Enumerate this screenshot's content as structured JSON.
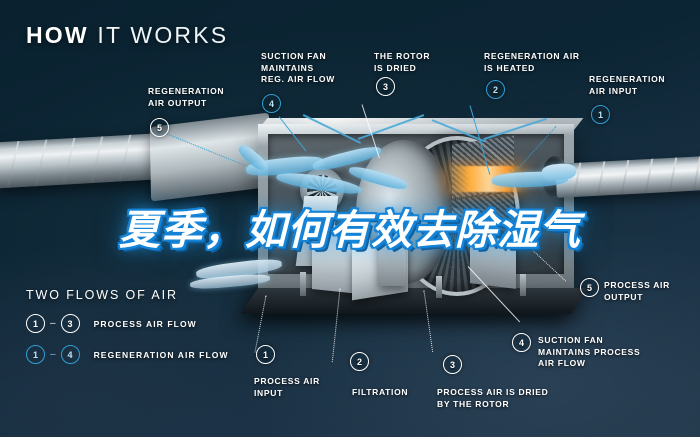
{
  "title": {
    "bold": "HOW",
    "light": "IT WORKS"
  },
  "overlay": {
    "text": "夏季，如何有效去除湿气"
  },
  "legend": {
    "heading": "TWO FLOWS OF AIR",
    "rows": [
      {
        "from": "1",
        "dash": "–",
        "to": "3",
        "label": "PROCESS AIR FLOW",
        "style": "white"
      },
      {
        "from": "1",
        "dash": "–",
        "to": "4",
        "label": "REGENERATION AIR FLOW",
        "style": "blue"
      }
    ]
  },
  "callouts": {
    "regeneration_air_output": {
      "num": "5",
      "text": "REGENERATION\nAIR OUTPUT"
    },
    "suction_fan_reg": {
      "num": "4",
      "text": "SUCTION FAN\nMAINTAINS\nREG. AIR FLOW"
    },
    "rotor_dried": {
      "num": "3",
      "text": "THE ROTOR\nIS DRIED"
    },
    "regeneration_air_heated": {
      "num": "2",
      "text": "REGENERATION AIR\nIS HEATED"
    },
    "regeneration_air_input": {
      "num": "1",
      "text": "REGENERATION\nAIR INPUT"
    },
    "process_air_output": {
      "num": "5",
      "text": "PROCESS AIR\nOUTPUT"
    },
    "suction_fan_process": {
      "num": "4",
      "text": "SUCTION FAN\nMAINTAINS PROCESS\nAIR FLOW"
    },
    "process_air_input": {
      "num": "1",
      "text": "PROCESS AIR\nINPUT"
    },
    "filtration": {
      "num": "2",
      "text": "FILTRATION"
    },
    "process_air_dried": {
      "num": "3",
      "text": "PROCESS AIR IS DRIED\nBY THE ROTOR"
    }
  },
  "colors": {
    "background_dark": "#0a2230",
    "background_light": "#22374a",
    "accent_blue": "#2e9fd4",
    "airflow_blue": "#b6e0f5",
    "text_white": "#ffffff",
    "heater_orange": "#ffae3d",
    "overlay_outline": "#1583d6"
  }
}
